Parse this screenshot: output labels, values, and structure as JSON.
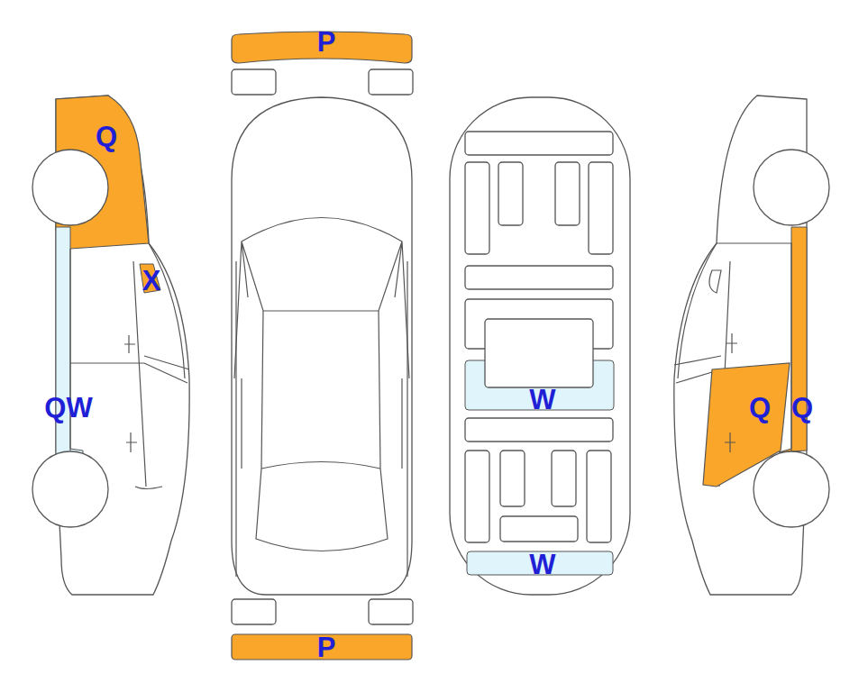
{
  "diagram": {
    "labels": [
      "P",
      "Q",
      "X",
      "W",
      "QW",
      "Q",
      "Q",
      "W",
      "P"
    ]
  }
}
